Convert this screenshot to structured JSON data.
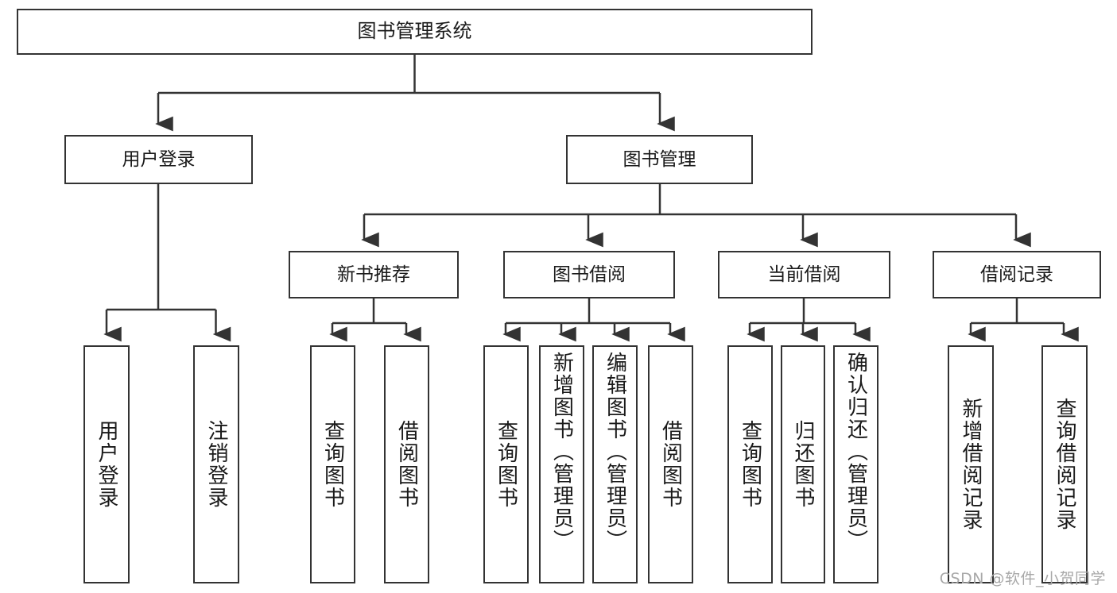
{
  "diagram": {
    "title": "图书管理系统",
    "type": "tree",
    "stroke_color": "#333333",
    "background_color": "#ffffff",
    "text_color": "#1a1a1a",
    "root": {
      "id": "root",
      "label": "图书管理系统"
    },
    "level2": [
      {
        "id": "user-login",
        "label": "用户登录"
      },
      {
        "id": "book-manage",
        "label": "图书管理"
      }
    ],
    "level3": [
      {
        "id": "new-book-recommend",
        "label": "新书推荐",
        "parent": "book-manage"
      },
      {
        "id": "book-borrow",
        "label": "图书借阅",
        "parent": "book-manage"
      },
      {
        "id": "current-borrow",
        "label": "当前借阅",
        "parent": "book-manage"
      },
      {
        "id": "borrow-record",
        "label": "借阅记录",
        "parent": "book-manage"
      }
    ],
    "leaves": [
      {
        "id": "leaf-user-login",
        "label": "用户登录",
        "parent": "user-login"
      },
      {
        "id": "leaf-user-logout",
        "label": "注销登录",
        "parent": "user-login"
      },
      {
        "id": "leaf-query-book-1",
        "label": "查询图书",
        "parent": "new-book-recommend"
      },
      {
        "id": "leaf-borrow-book-1",
        "label": "借阅图书",
        "parent": "new-book-recommend"
      },
      {
        "id": "leaf-query-book-2",
        "label": "查询图书",
        "parent": "book-borrow"
      },
      {
        "id": "leaf-add-book",
        "label": "新增图书（管理员）",
        "parent": "book-borrow"
      },
      {
        "id": "leaf-edit-book",
        "label": "编辑图书（管理员）",
        "parent": "book-borrow"
      },
      {
        "id": "leaf-borrow-book-2",
        "label": "借阅图书",
        "parent": "book-borrow"
      },
      {
        "id": "leaf-query-book-3",
        "label": "查询图书",
        "parent": "current-borrow"
      },
      {
        "id": "leaf-return-book",
        "label": "归还图书",
        "parent": "current-borrow"
      },
      {
        "id": "leaf-confirm-return",
        "label": "确认归还（管理员）",
        "parent": "current-borrow"
      },
      {
        "id": "leaf-add-record",
        "label": "新增借阅记录",
        "parent": "borrow-record"
      },
      {
        "id": "leaf-query-record",
        "label": "查询借阅记录",
        "parent": "borrow-record"
      }
    ]
  },
  "watermark": {
    "text": "CSDN @软件_小贺同学"
  }
}
